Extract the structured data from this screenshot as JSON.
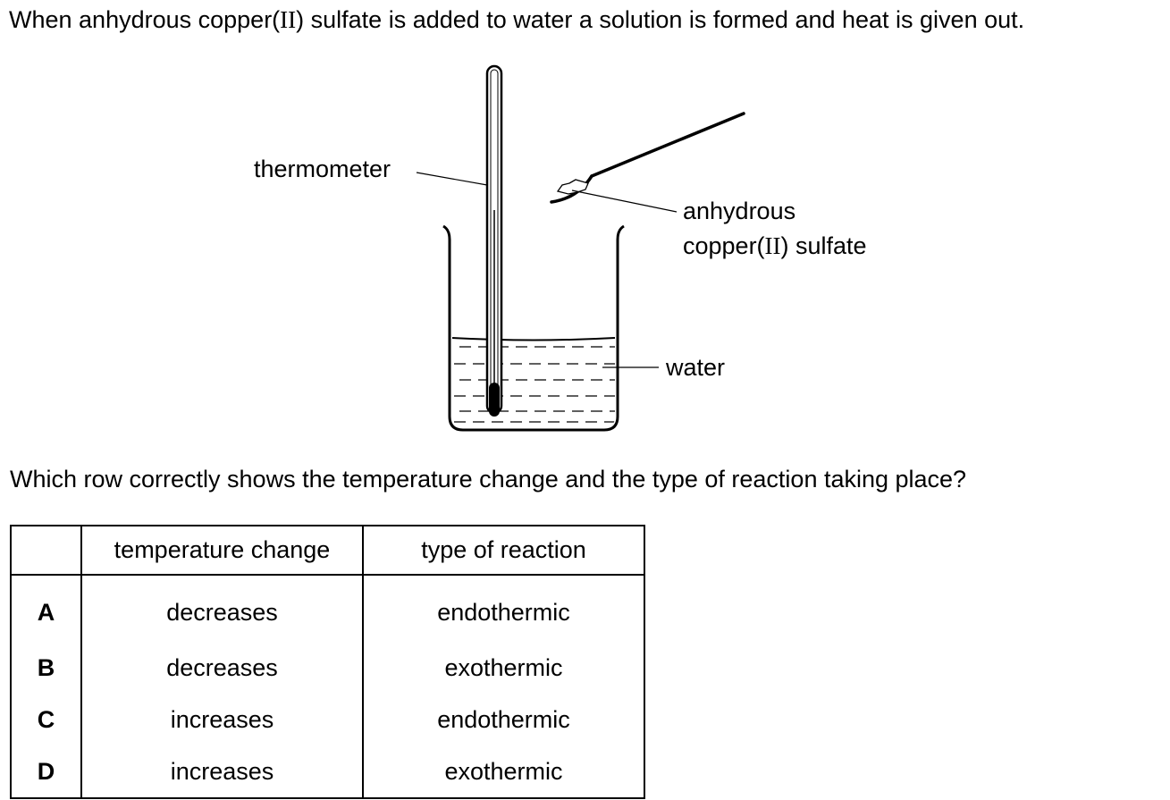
{
  "intro": {
    "before": "When anhydrous copper(",
    "roman": "II",
    "after": ") sulfate is added to water a solution is formed and heat is given out."
  },
  "diagram": {
    "label_thermometer": "thermometer",
    "label_sulfate_line1": "anhydrous",
    "label_sulfate_line2_before": "copper(",
    "label_sulfate_line2_roman": "II",
    "label_sulfate_line2_after": ") sulfate",
    "label_water": "water"
  },
  "question": "Which row correctly shows the temperature change and the type of reaction taking place?",
  "table": {
    "headers": [
      "",
      "temperature change",
      "type of reaction"
    ],
    "rows": [
      {
        "key": "A",
        "temperature_change": "decreases",
        "type_of_reaction": "endothermic"
      },
      {
        "key": "B",
        "temperature_change": "decreases",
        "type_of_reaction": "exothermic"
      },
      {
        "key": "C",
        "temperature_change": "increases",
        "type_of_reaction": "endothermic"
      },
      {
        "key": "D",
        "temperature_change": "increases",
        "type_of_reaction": "exothermic"
      }
    ]
  }
}
